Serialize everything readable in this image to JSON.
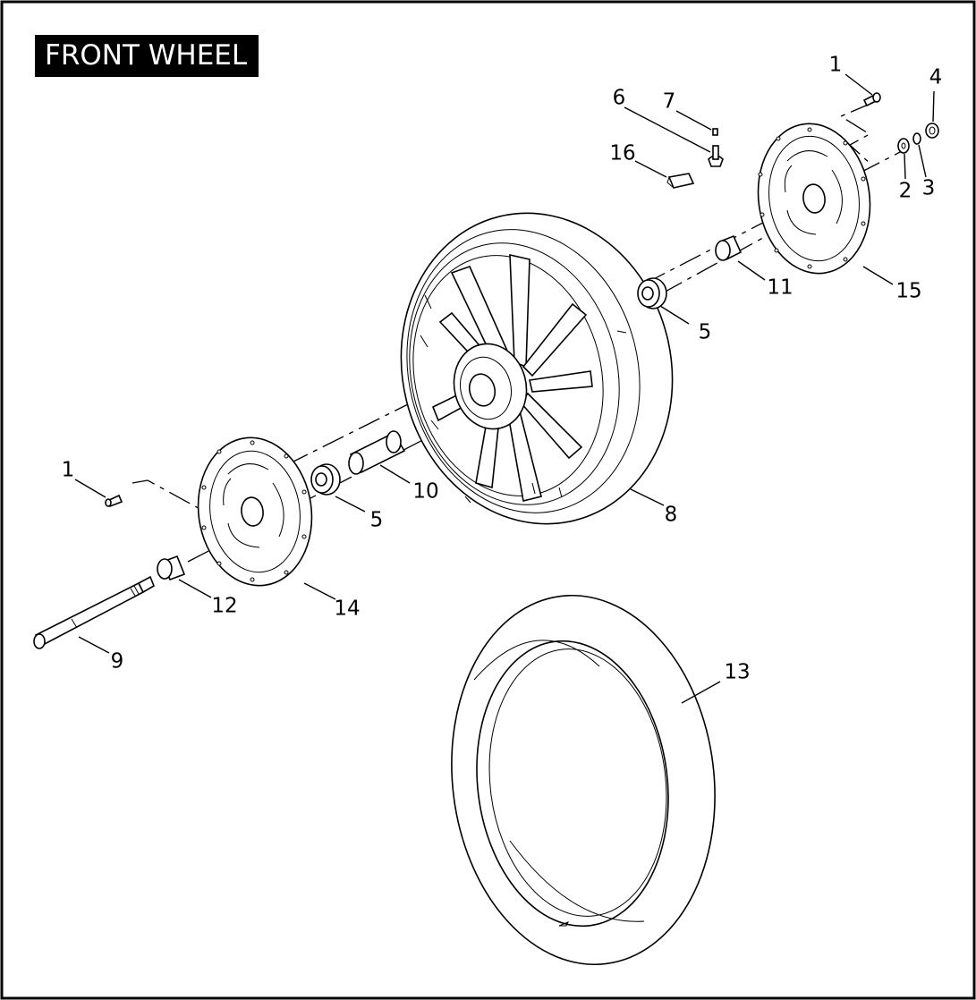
{
  "title": "FRONT WHEEL",
  "callouts": [
    {
      "id": "c1-top",
      "label": "1"
    },
    {
      "id": "c2",
      "label": "2"
    },
    {
      "id": "c3",
      "label": "3"
    },
    {
      "id": "c4",
      "label": "4"
    },
    {
      "id": "c5-right",
      "label": "5"
    },
    {
      "id": "c6",
      "label": "6"
    },
    {
      "id": "c7",
      "label": "7"
    },
    {
      "id": "c8",
      "label": "8"
    },
    {
      "id": "c9",
      "label": "9"
    },
    {
      "id": "c10",
      "label": "10"
    },
    {
      "id": "c11",
      "label": "11"
    },
    {
      "id": "c12",
      "label": "12"
    },
    {
      "id": "c13",
      "label": "13"
    },
    {
      "id": "c14",
      "label": "14"
    },
    {
      "id": "c15",
      "label": "15"
    },
    {
      "id": "c16",
      "label": "16"
    },
    {
      "id": "c1-left",
      "label": "1"
    },
    {
      "id": "c5-left",
      "label": "5"
    }
  ]
}
